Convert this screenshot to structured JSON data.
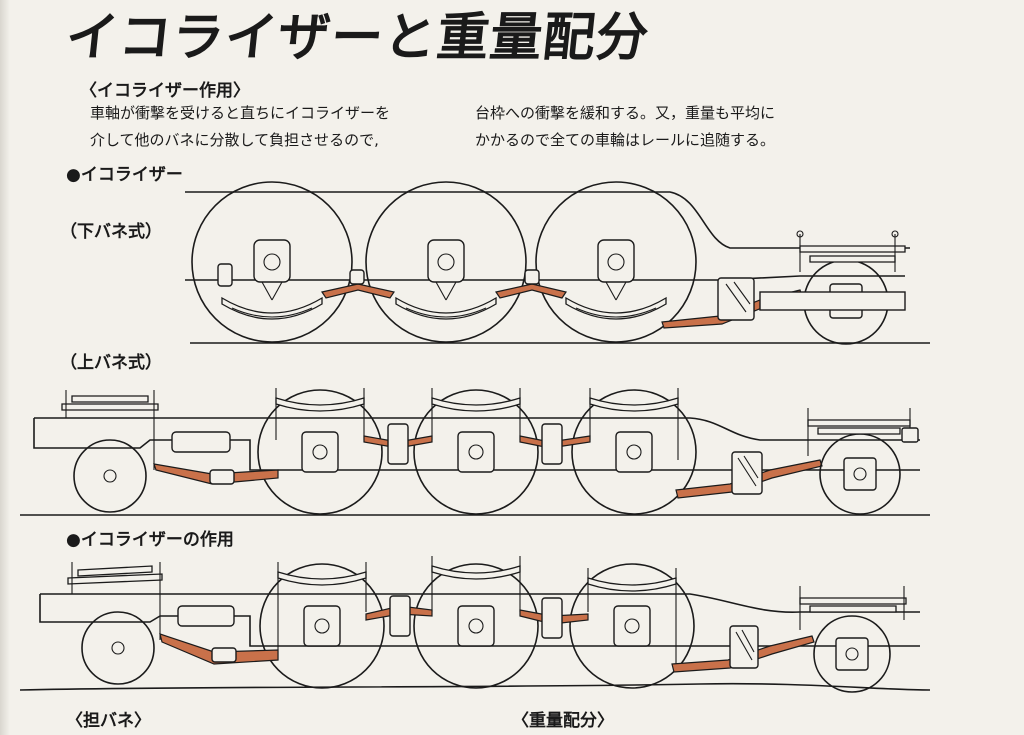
{
  "title": "イコライザーと重量配分",
  "subhead_action": "〈イコライザー作用〉",
  "paragraph": {
    "left_line1": "車軸が衝撃を受けると直ちにイコライザーを",
    "left_line2": "介して他のバネに分散して負担させるので,",
    "right_line1": "台枠への衝撃を緩和する。又，重量も平均に",
    "right_line2": "かかるので全ての車輪はレールに追随する。"
  },
  "section_equalizer": "●イコライザー",
  "label_lower_spring": "（下バネ式）",
  "label_upper_spring": "（上バネ式）",
  "section_action": "●イコライザーの作用",
  "bottom_left": "〈担バネ〉",
  "bottom_right": "〈重量配分〉",
  "colors": {
    "equalizer": "#c9714a",
    "ink": "#1b1b1b",
    "paper": "#f3f1eb"
  }
}
